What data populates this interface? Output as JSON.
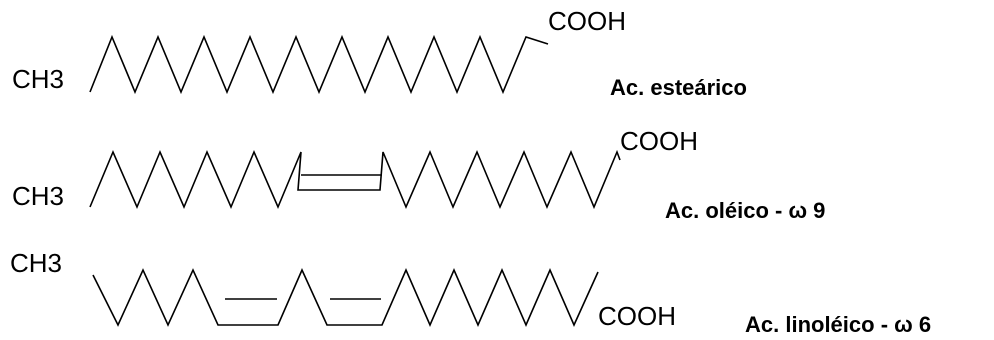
{
  "molecules": [
    {
      "ch3": "CH3",
      "cooh": "COOH",
      "name": "Ac. esteárico"
    },
    {
      "ch3": "CH3",
      "cooh": "COOH",
      "name": "Ac. oléico - ω 9"
    },
    {
      "ch3": "CH3",
      "cooh": "COOH",
      "name": "Ac. linoléico - ω 6"
    }
  ]
}
